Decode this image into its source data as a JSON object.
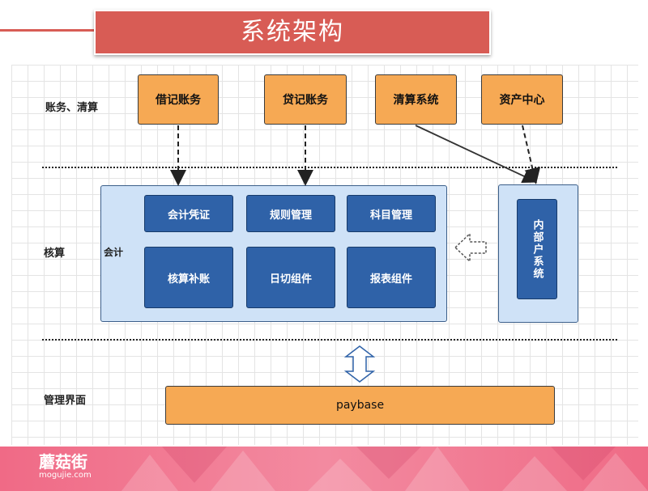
{
  "title": "系统架构",
  "rows": {
    "settlement_label": "账务、清算",
    "accounting_label": "核算",
    "management_label": "管理界面"
  },
  "top_services": [
    "借记账务",
    "贷记账务",
    "清算系统",
    "资产中心"
  ],
  "accounting_panel": {
    "label": "会计",
    "modules": [
      "会计凭证",
      "规则管理",
      "科目管理",
      "核算补账",
      "日切组件",
      "报表组件"
    ]
  },
  "internal_system": {
    "label": "内部户系统"
  },
  "management": {
    "label": "paybase"
  },
  "brand": {
    "name": "蘑菇街",
    "domain": "mogujie.com"
  },
  "colors": {
    "title_banner": "#d85c55",
    "orange_box": "#f6a954",
    "blue_module": "#2f62a8",
    "panel_fill": "#cfe2f7",
    "footer_pink": "#f06a86"
  }
}
